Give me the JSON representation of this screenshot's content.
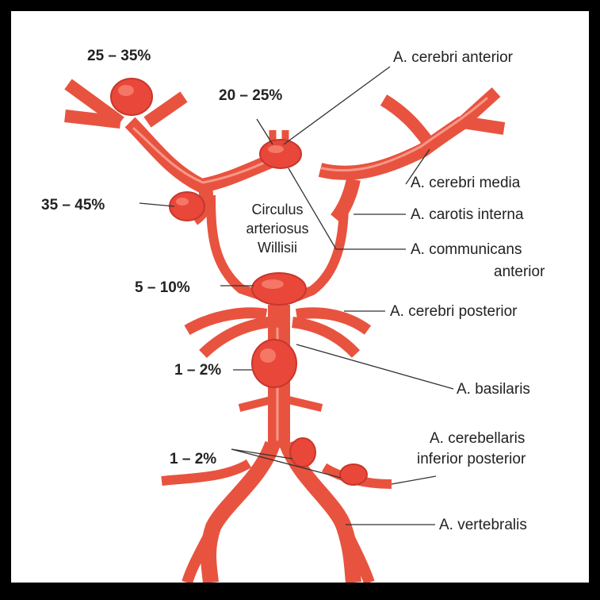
{
  "percentages": {
    "acm_bifurcation": "25 – 35%",
    "acom": "20 – 25%",
    "ica": "35 – 45%",
    "basilar_tip": "5 – 10%",
    "basilar_trunk": "1 – 2%",
    "vertebral_pica": "1 – 2%"
  },
  "labels": {
    "aca": "A. cerebri anterior",
    "mca": "A. cerebri media",
    "ica": "A. carotis interna",
    "acom_line1": "A. communicans",
    "acom_line2": "anterior",
    "pca": "A. cerebri posterior",
    "basilar": "A. basilaris",
    "pica_line1": "A. cerebellaris",
    "pica_line2": "inferior posterior",
    "vertebral": "A. vertebralis"
  },
  "circle": {
    "line1": "Circulus",
    "line2": "arteriosus",
    "line3": "Willisii"
  },
  "colors": {
    "vessel": "#e8533f",
    "aneurysm": "#e8473a",
    "frame": "#000000"
  }
}
